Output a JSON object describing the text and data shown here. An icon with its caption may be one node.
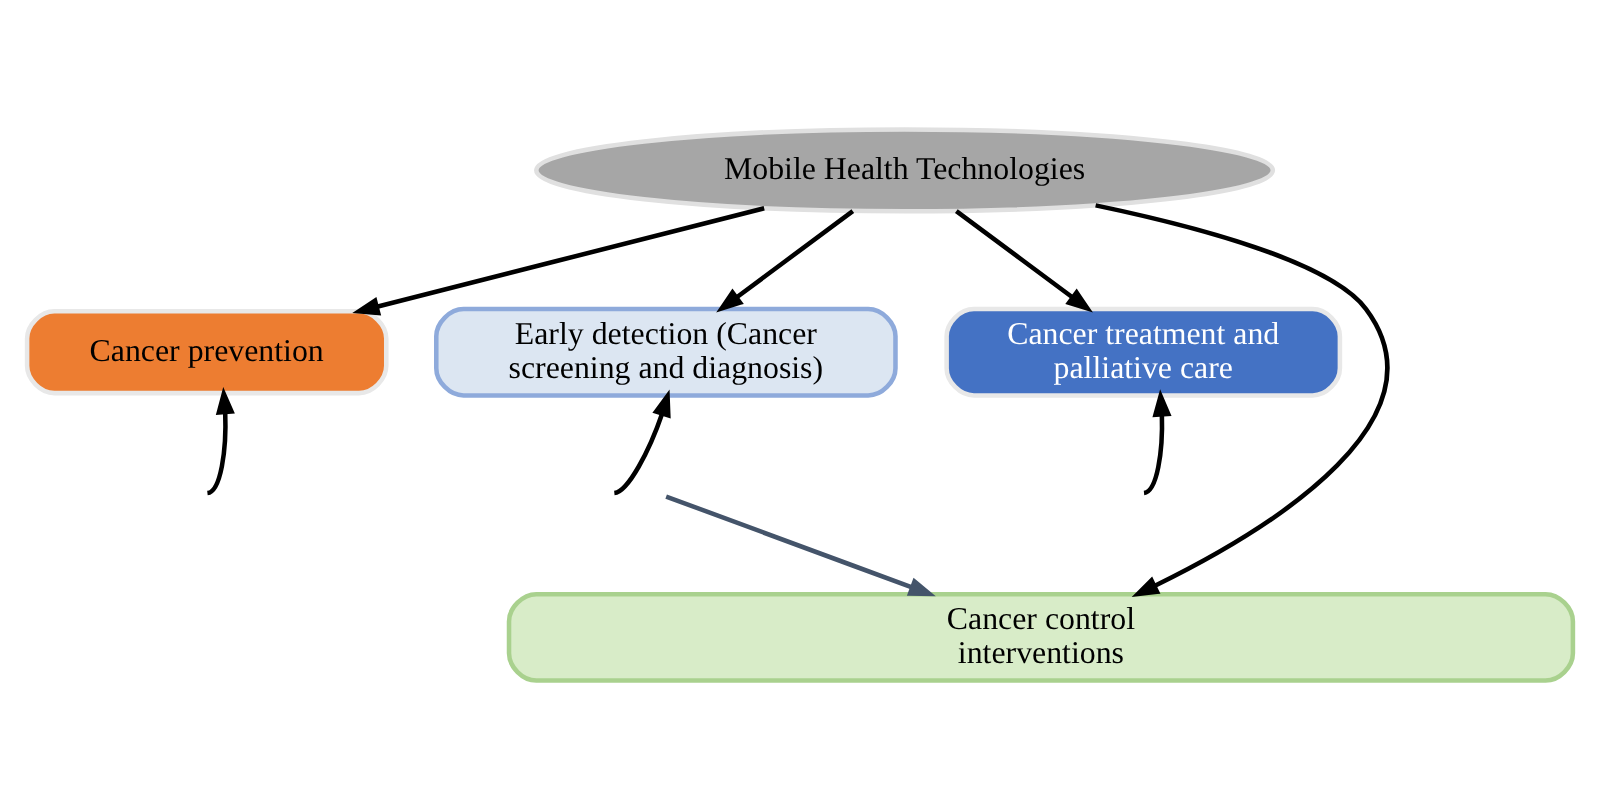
{
  "diagram": {
    "nodes": [
      {
        "text": [
          "Mobile Health Technologies"
        ]
      },
      {
        "text": [
          "Cancer prevention"
        ]
      },
      {
        "text": [
          "Early detection (Cancer screening and diagnosis)"
        ]
      },
      {
        "text": [
          "Cancer treatment and palliative care"
        ]
      },
      {
        "text": [
          "Cancer control interventions"
        ]
      }
    ],
    "edges": [
      {
        "from": 0,
        "to": 1,
        "arrow": "to"
      },
      {
        "from": 0,
        "to": 2,
        "arrow": "to"
      },
      {
        "from": 0,
        "to": 3,
        "arrow": "to"
      },
      {
        "from": null,
        "to": 1,
        "arrow": "to"
      },
      {
        "from": null,
        "to": 2,
        "arrow": "to"
      },
      {
        "from": null,
        "to": 3,
        "arrow": "to"
      },
      {
        "from": null,
        "to": 4,
        "arrow": "to",
        "color": "#44546a"
      },
      {
        "from": 0,
        "to": 4,
        "arrow": "to"
      }
    ]
  }
}
